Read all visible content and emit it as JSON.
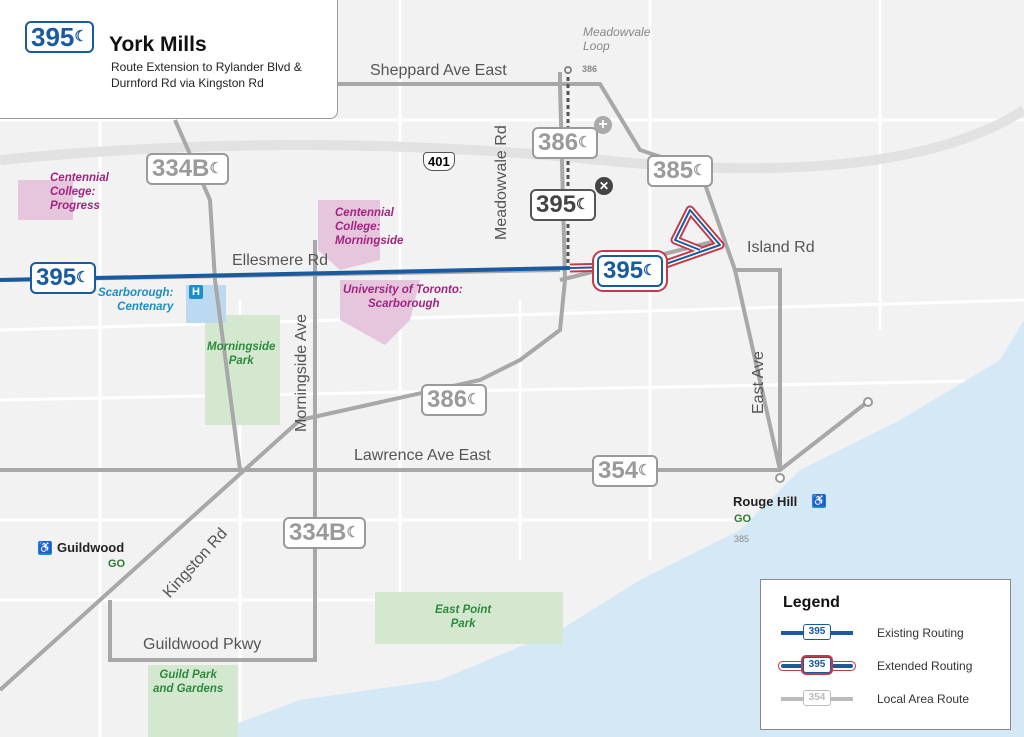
{
  "header": {
    "route_number": "395",
    "route_name": "York Mills",
    "subtitle_line1": "Route Extension to Rylander Blvd &",
    "subtitle_line2": "Durnford Rd via Kingston Rd"
  },
  "streets": {
    "sheppard": "Sheppard Ave East",
    "ellesmere": "Ellesmere Rd",
    "meadowvale": "Meadowvale Rd",
    "island": "Island Rd",
    "morningside": "Morningside Ave",
    "east_ave": "East Ave",
    "lawrence": "Lawrence Ave East",
    "kingston": "Kingston Rd",
    "guildwood_pkwy": "Guildwood Pkwy",
    "hwy": "401"
  },
  "places": {
    "meadowvale_loop_1": "Meadowvale",
    "meadowvale_loop_2": "Loop",
    "meadowvale_loop_route": "386",
    "centennial_progress": [
      "Centennial",
      "College:",
      "Progress"
    ],
    "centennial_morningside": [
      "Centennial",
      "College:",
      "Morningside"
    ],
    "uoft": [
      "University of Toronto:",
      "Scarborough"
    ],
    "centenary": [
      "Scarborough:",
      "Centenary"
    ],
    "hospital_icon": "H",
    "morningside_park": [
      "Morningside",
      "Park"
    ],
    "east_point_park": [
      "East Point",
      "Park"
    ],
    "guild_park": [
      "Guild Park",
      "and Gardens"
    ],
    "rouge_hill": "Rouge Hill",
    "rouge_hill_route": "385",
    "guildwood": "Guildwood",
    "go": "GO"
  },
  "badges": {
    "b386_top": "386",
    "b395_gray": "395",
    "b385": "385",
    "b334b_top": "334B",
    "b395_existing": "395",
    "b395_extended": "395",
    "b386_mid": "386",
    "b354": "354",
    "b334b_bottom": "334B"
  },
  "legend": {
    "title": "Legend",
    "items": [
      {
        "badge": "395",
        "label": "Existing Routing"
      },
      {
        "badge": "395",
        "label": "Extended Routing"
      },
      {
        "badge": "354",
        "label": "Local Area Route"
      }
    ]
  },
  "colors": {
    "existing": "#1a5aa0",
    "extended": "#c33a4a",
    "local": "#9a9a9a",
    "water": "#d5e8f6",
    "park": "#d4e8cf",
    "campus": "#e6c6dd"
  }
}
